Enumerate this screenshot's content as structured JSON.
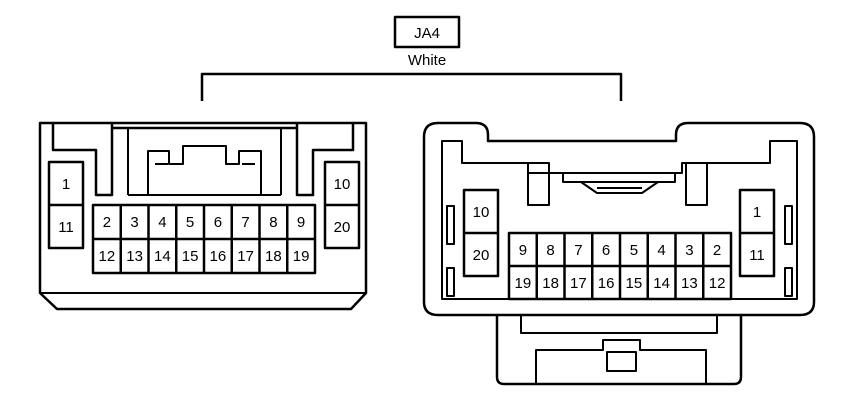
{
  "connector": {
    "id": "JA4",
    "color": "White"
  },
  "left_view": {
    "top_pins": [
      "2",
      "3",
      "4",
      "5",
      "6",
      "7",
      "8",
      "9"
    ],
    "bottom_pins": [
      "12",
      "13",
      "14",
      "15",
      "16",
      "17",
      "18",
      "19"
    ],
    "left_pins": [
      "1",
      "11"
    ],
    "right_pins": [
      "10",
      "20"
    ]
  },
  "right_view": {
    "top_pins": [
      "9",
      "8",
      "7",
      "6",
      "5",
      "4",
      "3",
      "2"
    ],
    "bottom_pins": [
      "19",
      "18",
      "17",
      "16",
      "15",
      "14",
      "13",
      "12"
    ],
    "left_pins": [
      "10",
      "20"
    ],
    "right_pins": [
      "1",
      "11"
    ]
  }
}
